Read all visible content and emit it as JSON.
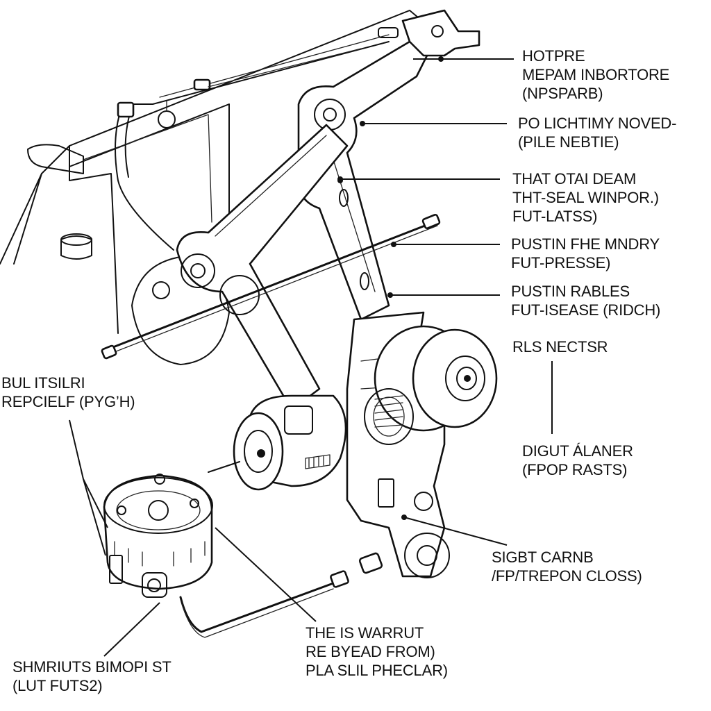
{
  "callouts": {
    "top_right": [
      "HOTPRE",
      "MEPAM INBORTORE",
      "(NPSPARB)"
    ],
    "po_lichtimy": [
      "PO LICHTIMY NOVED-",
      "(PILE NEBTIE)"
    ],
    "that_otai": [
      "THAT OTAI DEAM",
      "THT-SEAL WINPOR.)",
      "FUT-LATSS)"
    ],
    "pustin_mndry": [
      "PUSTIN FHE MNDRY",
      "FUT-PRESSE)"
    ],
    "pustin_rables": [
      "PUSTIN RABLES",
      "FUT-ISEASE (RIDCH)"
    ],
    "rls_nectsr": [
      "RLS NECTSR"
    ],
    "digut_alaner": [
      "DIGUT ÁLANER",
      "(FPOP RASTS)"
    ],
    "sigbt_carnb": [
      "SIGBT CARNB",
      "/FP/TREPON CLOSS)"
    ],
    "bul_itsilri": [
      "BUL ITSILRI",
      "REPCIELF (PYG’H)"
    ],
    "theis_warrut": [
      "THE IS WARRUT",
      "RE BYEAD FROM)",
      "PLA SLIL PHECLAR)"
    ],
    "shmriuts": [
      "SHMRIUTS BIMOPI ST",
      "(LUT FUTS2)"
    ]
  }
}
